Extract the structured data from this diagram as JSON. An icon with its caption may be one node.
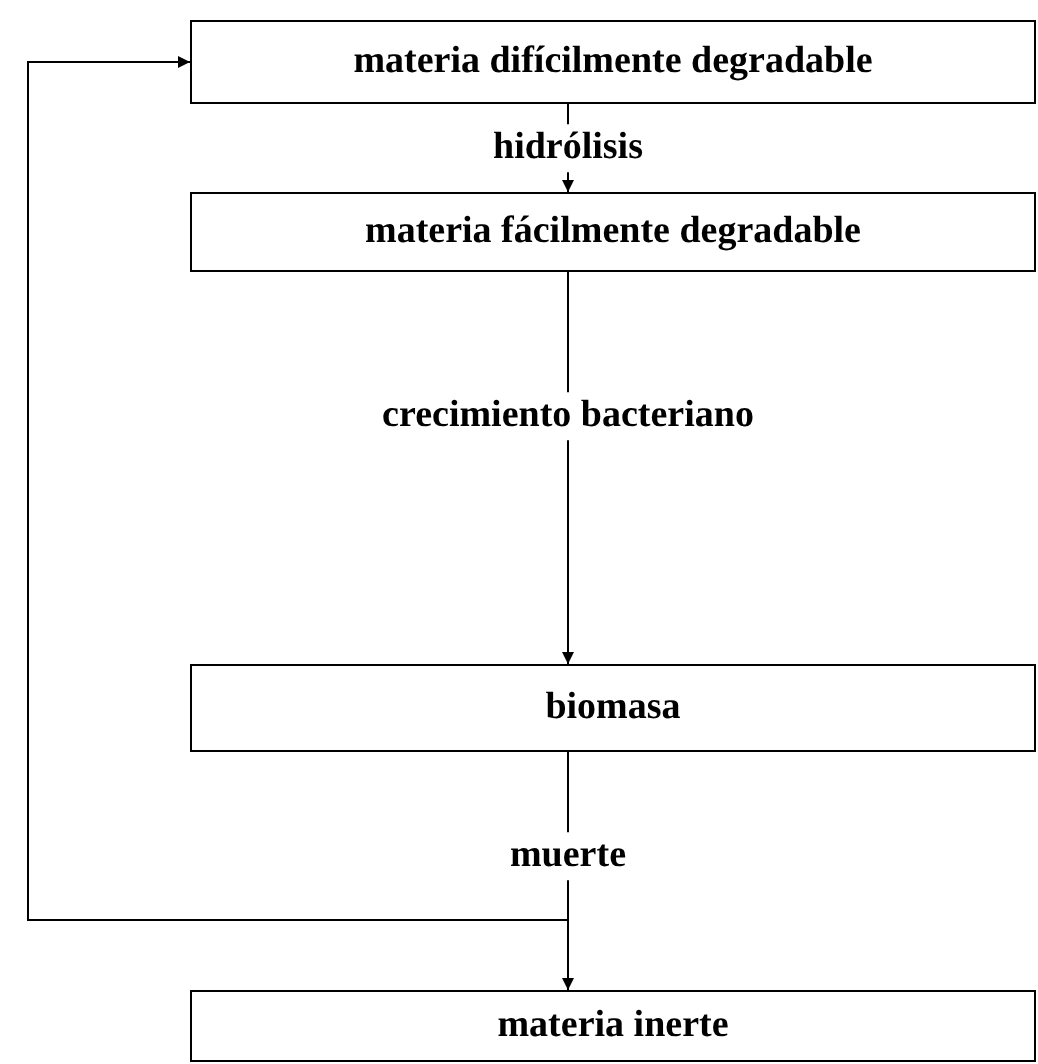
{
  "diagram": {
    "nodes": [
      {
        "text": [
          "materia difícilmente degradable"
        ]
      },
      {
        "text": [
          "materia fácilmente degradable"
        ]
      },
      {
        "text": [
          "biomasa"
        ]
      },
      {
        "text": [
          "materia inerte"
        ]
      }
    ],
    "edges": [
      {
        "from": 0,
        "to": 1,
        "arrow": "to",
        "label": "hidrólisis"
      },
      {
        "from": 1,
        "to": 2,
        "arrow": "to",
        "label": "crecimiento bacteriano"
      },
      {
        "from": 2,
        "to": 3,
        "arrow": "to",
        "label": "muerte"
      },
      {
        "from": 2,
        "to": 0,
        "arrow": "to"
      }
    ]
  }
}
